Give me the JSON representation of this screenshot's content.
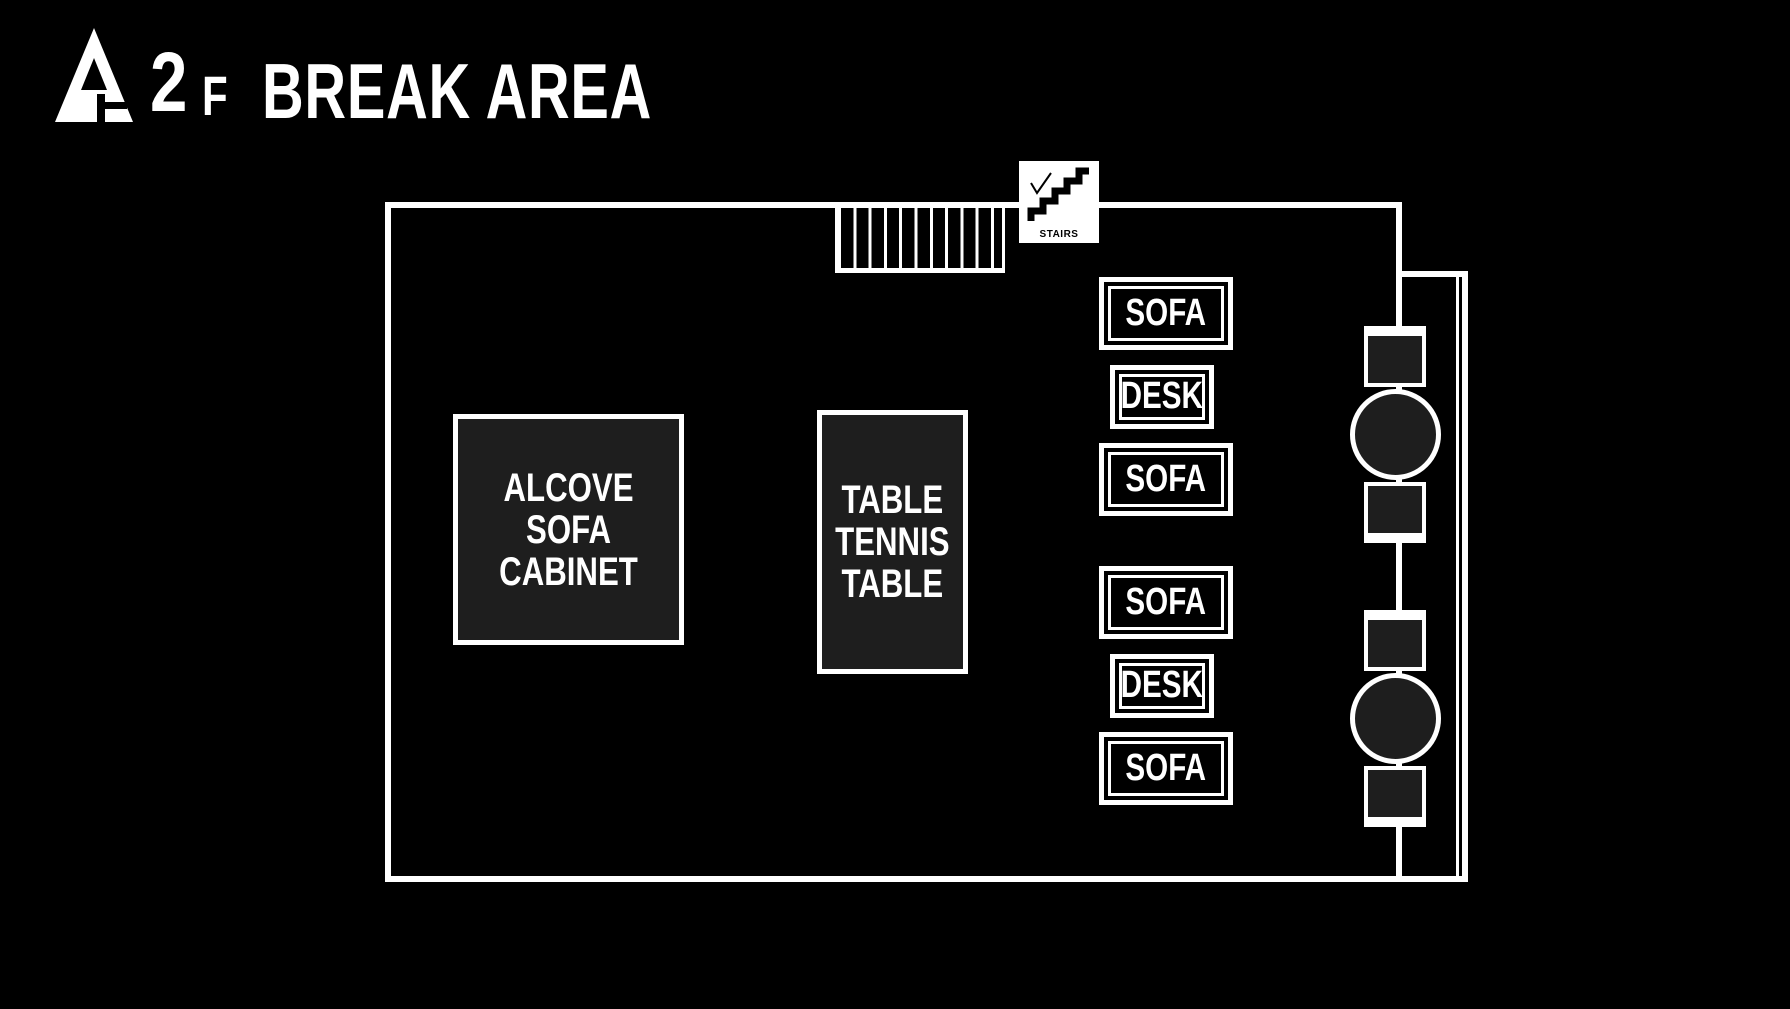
{
  "header": {
    "floor_number": "2",
    "floor_suffix": "F",
    "area_title": "BREAK AREA",
    "logo_icon": "triangle-logo-icon"
  },
  "stairs": {
    "label": "STAIRS",
    "icon": "stairs-icon"
  },
  "furniture": {
    "alcove": "ALCOVE SOFA\nCABINET",
    "table_tennis": "TABLE\nTENNIS\nTABLE",
    "sofa_1": "SOFA",
    "desk_1": "DESK",
    "sofa_2": "SOFA",
    "sofa_3": "SOFA",
    "desk_2": "DESK",
    "sofa_4": "SOFA"
  },
  "colors": {
    "background": "#000000",
    "lines": "#ffffff",
    "furniture_fill": "#1e1e1e"
  }
}
